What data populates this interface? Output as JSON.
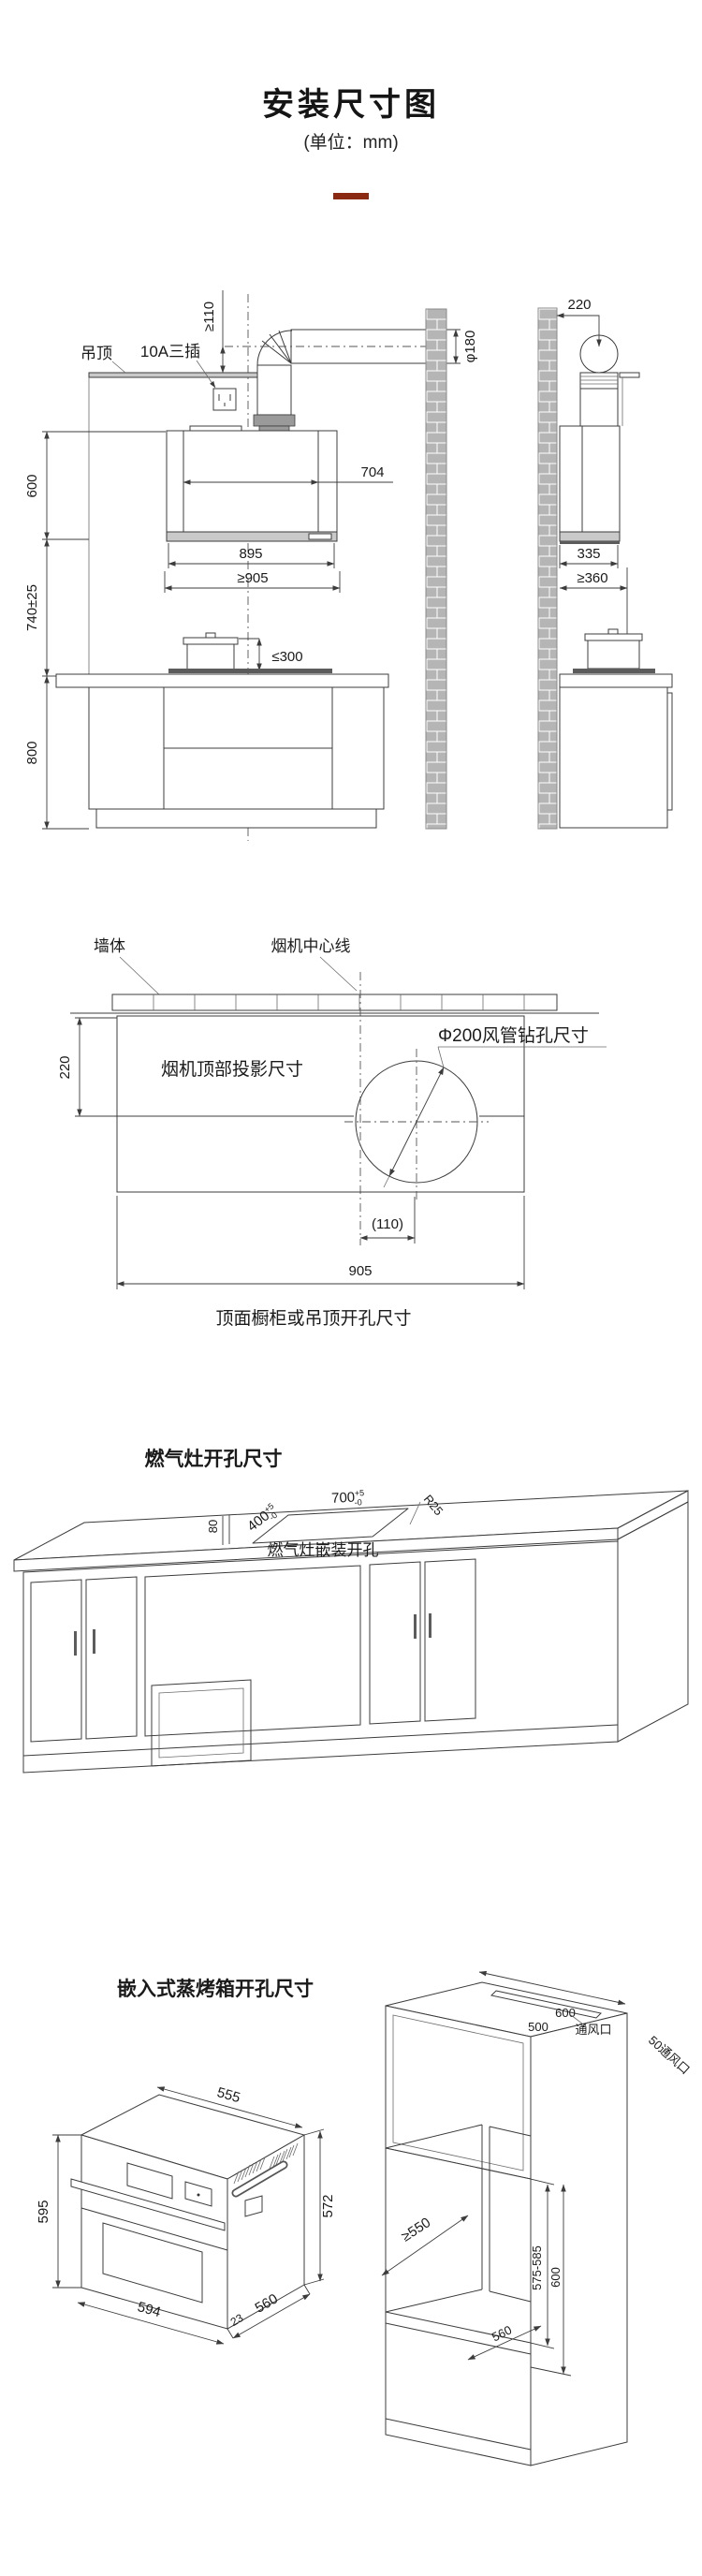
{
  "header": {
    "title": "安装尺寸图",
    "unit": "(单位：mm)",
    "accent_color": "#8a2a13"
  },
  "hood": {
    "ceiling": "吊顶",
    "socket": "10A三插",
    "clearance_110": "≥110",
    "duct_dia": "φ180",
    "h600": "600",
    "h740": "740±25",
    "h800": "800",
    "w704": "704",
    "w895": "895",
    "w905": "≥905",
    "pot300": "≤300",
    "s220": "220",
    "s335": "335",
    "s360": "≥360"
  },
  "top": {
    "wall": "墙体",
    "center": "烟机中心线",
    "drill": "Φ200风管钻孔尺寸",
    "proj": "烟机顶部投影尺寸",
    "d220": "220",
    "d110": "(110)",
    "d905": "905",
    "caption": "顶面橱柜或吊顶开孔尺寸"
  },
  "stove": {
    "title": "燃气灶开孔尺寸",
    "d400": "400",
    "d700": "700",
    "tp": "+5",
    "tm": "-0",
    "r25": "R25",
    "d80": "80",
    "opening": "燃气灶嵌装开孔"
  },
  "oven": {
    "title": "嵌入式蒸烤箱开孔尺寸",
    "d555": "555",
    "d595": "595",
    "d594": "594",
    "d572": "572",
    "d23": "23",
    "d560": "560",
    "cab": {
      "w600": "600",
      "v500": "500",
      "vent": "通风口",
      "vent_note": "50通风口",
      "d550": "≥550",
      "h575": "575-585",
      "h600": "600",
      "d560b": "560"
    }
  }
}
